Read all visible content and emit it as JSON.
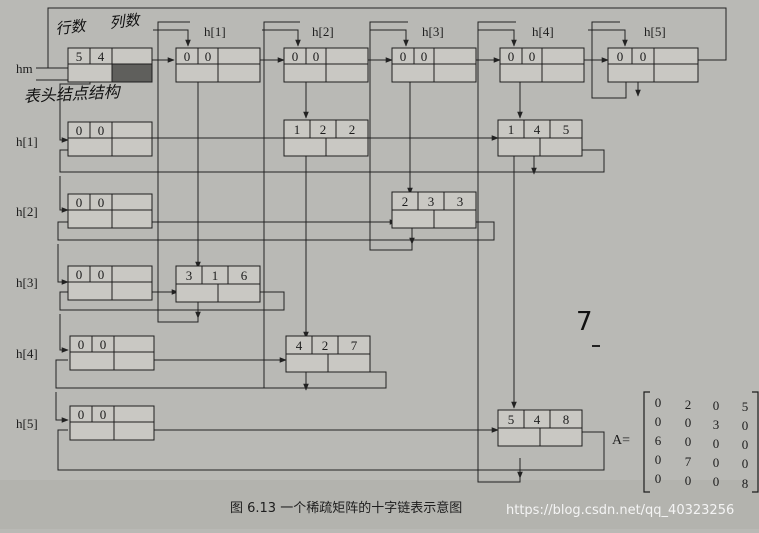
{
  "annotations": {
    "row_count": "行数",
    "col_count": "列数",
    "header_node_structure": "表头结点结构",
    "side_mark": "7"
  },
  "head": {
    "label": "hm",
    "values": [
      "5",
      "4"
    ]
  },
  "col_heads": [
    {
      "label": "h[1]",
      "values": [
        "0",
        "0"
      ]
    },
    {
      "label": "h[2]",
      "values": [
        "0",
        "0"
      ]
    },
    {
      "label": "h[3]",
      "values": [
        "0",
        "0"
      ]
    },
    {
      "label": "h[4]",
      "values": [
        "0",
        "0"
      ]
    },
    {
      "label": "h[5]",
      "values": [
        "0",
        "0"
      ]
    }
  ],
  "row_heads": [
    {
      "label": "h[1]",
      "values": [
        "0",
        "0"
      ]
    },
    {
      "label": "h[2]",
      "values": [
        "0",
        "0"
      ]
    },
    {
      "label": "h[3]",
      "values": [
        "0",
        "0"
      ]
    },
    {
      "label": "h[4]",
      "values": [
        "0",
        "0"
      ]
    },
    {
      "label": "h[5]",
      "values": [
        "0",
        "0"
      ]
    }
  ],
  "elements": [
    {
      "values": [
        "1",
        "2",
        "2"
      ]
    },
    {
      "values": [
        "1",
        "4",
        "5"
      ]
    },
    {
      "values": [
        "2",
        "3",
        "3"
      ]
    },
    {
      "values": [
        "3",
        "1",
        "6"
      ]
    },
    {
      "values": [
        "4",
        "2",
        "7"
      ]
    },
    {
      "values": [
        "5",
        "4",
        "8"
      ]
    }
  ],
  "matrix": {
    "label": "A=",
    "rows": [
      [
        "0",
        "2",
        "0",
        "5"
      ],
      [
        "0",
        "0",
        "3",
        "0"
      ],
      [
        "6",
        "0",
        "0",
        "0"
      ],
      [
        "0",
        "7",
        "0",
        "0"
      ],
      [
        "0",
        "0",
        "0",
        "8"
      ]
    ]
  },
  "caption": "图 6.13   一个稀疏矩阵的十字链表示意图",
  "watermark": "https://blog.csdn.net/qq_40323256"
}
